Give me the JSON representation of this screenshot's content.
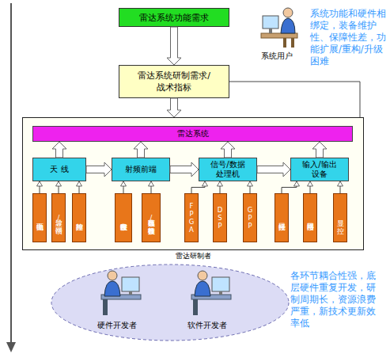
{
  "diagram": {
    "nodes": [
      {
        "text": [
          "雷达系统功能需求"
        ]
      },
      {
        "text": [
          "雷达系统研制需求/战术指标"
        ]
      },
      {
        "text": [
          "雷达研制者"
        ]
      },
      {
        "text": [
          "雷达系统"
        ],
        "in": 2
      },
      {
        "text": [
          "天 线"
        ],
        "in": 2
      },
      {
        "text": [
          "射频前端"
        ],
        "in": 2
      },
      {
        "text": [
          "信号/数据处理机"
        ],
        "in": 2
      },
      {
        "text": [
          "输入/输出设备"
        ],
        "in": 2
      },
      {
        "text": [
          "抛物面"
        ],
        "in": 2
      },
      {
        "text": [
          "波导/馈网"
        ],
        "in": 2
      },
      {
        "text": [
          "相控阵"
        ],
        "in": 2
      },
      {
        "text": [
          "数字收发组件"
        ],
        "in": 2
      },
      {
        "text": [
          "高速数模/模数转换"
        ],
        "in": 2
      },
      {
        "text": [
          "FPGA"
        ],
        "in": 2
      },
      {
        "text": [
          "DSP"
        ],
        "in": 2
      },
      {
        "text": [
          "GPP"
        ],
        "in": 2
      },
      {
        "text": [
          "光纤接口"
        ],
        "in": 2
      },
      {
        "text": [
          "网络接口"
        ],
        "in": 2
      },
      {
        "text": [
          "显 控"
        ],
        "in": 2
      }
    ],
    "edges": [
      {
        "from": 0,
        "to": 1,
        "arrow": "to"
      },
      {
        "from": 1,
        "to": 2,
        "arrow": "to"
      },
      {
        "from": 1,
        "to": 2,
        "arrow": "none"
      },
      {
        "from": 4,
        "to": 3,
        "arrow": "to"
      },
      {
        "from": 5,
        "to": 3,
        "arrow": "to"
      },
      {
        "from": 6,
        "to": 3,
        "arrow": "to"
      },
      {
        "from": 7,
        "to": 3,
        "arrow": "to"
      },
      {
        "from": 4,
        "to": 5,
        "arrow": "to"
      },
      {
        "from": 5,
        "to": 6,
        "arrow": "to"
      },
      {
        "from": 6,
        "to": 7,
        "arrow": "to"
      },
      {
        "from": 8,
        "to": 4,
        "arrow": "to"
      },
      {
        "from": 9,
        "to": 4,
        "arrow": "to"
      },
      {
        "from": 10,
        "to": 4,
        "arrow": "to"
      },
      {
        "from": 11,
        "to": 5,
        "arrow": "to"
      },
      {
        "from": 12,
        "to": 5,
        "arrow": "to"
      },
      {
        "from": 13,
        "to": 6,
        "arrow": "to"
      },
      {
        "from": 14,
        "to": 6,
        "arrow": "to"
      },
      {
        "from": 15,
        "to": 6,
        "arrow": "to"
      },
      {
        "from": 16,
        "to": 7,
        "arrow": "to"
      },
      {
        "from": 17,
        "to": 7,
        "arrow": "to"
      },
      {
        "from": 18,
        "to": 7,
        "arrow": "to"
      }
    ],
    "labels": [
      "系统用户",
      "系统功能和硬件相绑定，装备维护性、保障性差，功能扩展/重构/升级困难",
      "各环节耦合性强，底层硬件重复开发，研制周期长，资源浪费严重，新技术更新效率低",
      "硬件开发者",
      "软件开发者"
    ]
  }
}
